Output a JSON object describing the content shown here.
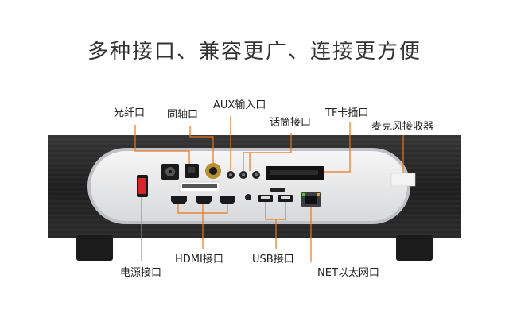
{
  "headline": "多种接口、兼容更广、连接更方便",
  "labels": {
    "optical": "光纤口",
    "coaxial": "同轴口",
    "aux": "AUX输入口",
    "mic_input": "话筒接口",
    "tf_slot": "TF卡插口",
    "mic_receiver": "麦克风接收器",
    "power": "电源接口",
    "hdmi": "HDMI接口",
    "usb": "USB接口",
    "net": "NET以太网口"
  },
  "colors": {
    "accent_line": "#e8761c",
    "panel_wood": "#2b2b2b",
    "panel_plate": "#e9eaeb",
    "power_switch": "#d6262b"
  }
}
